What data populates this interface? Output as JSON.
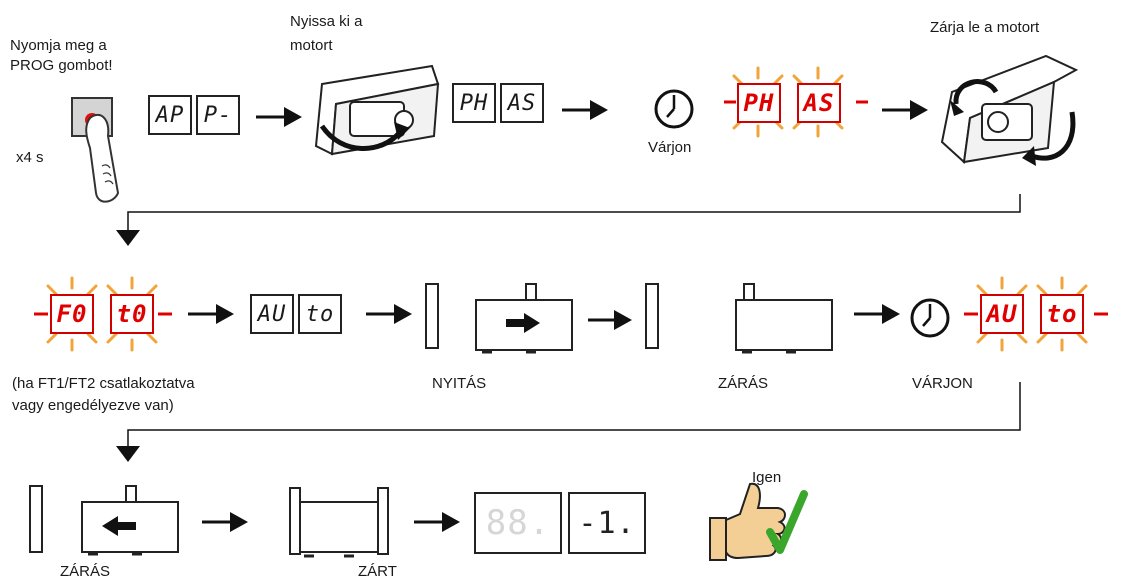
{
  "step1": {
    "instruction_line1": "Nyomja meg a",
    "instruction_line2": "PROG gombot!",
    "hold_time": "x4 s"
  },
  "step2": {
    "display_left": "AP",
    "display_right": "P-"
  },
  "step3": {
    "instruction_line1": "Nyissa ki a",
    "instruction_line2": "motort"
  },
  "step4": {
    "display_left": "PH",
    "display_right": "AS"
  },
  "step5": {
    "wait_label": "Várjon"
  },
  "step6": {
    "display_left": "PH",
    "display_right": "AS"
  },
  "step7": {
    "instruction": "Zárja le a motort"
  },
  "row2": {
    "foto_left": "F0",
    "foto_right": "t0",
    "foto_note_line1": "(ha FT1/FT2 csatlakoztatva",
    "foto_note_line2": "vagy engedélyezve van)",
    "auto_left": "AU",
    "auto_right": "to",
    "opening_label": "NYITÁS",
    "closing_label": "ZÁRÁS",
    "wait_label": "VÁRJON",
    "auto_blink_left": "AU",
    "auto_blink_right": "to"
  },
  "row3": {
    "closing_label": "ZÁRÁS",
    "closed_label": "ZÁRT",
    "display_left": "88.",
    "display_right": "-1.",
    "confirm_label": "Igen"
  },
  "colors": {
    "blink_red": "#e10000",
    "spark_orange": "#f2a33a",
    "check_green": "#3aa62c",
    "thumb_skin": "#f3cf95"
  }
}
